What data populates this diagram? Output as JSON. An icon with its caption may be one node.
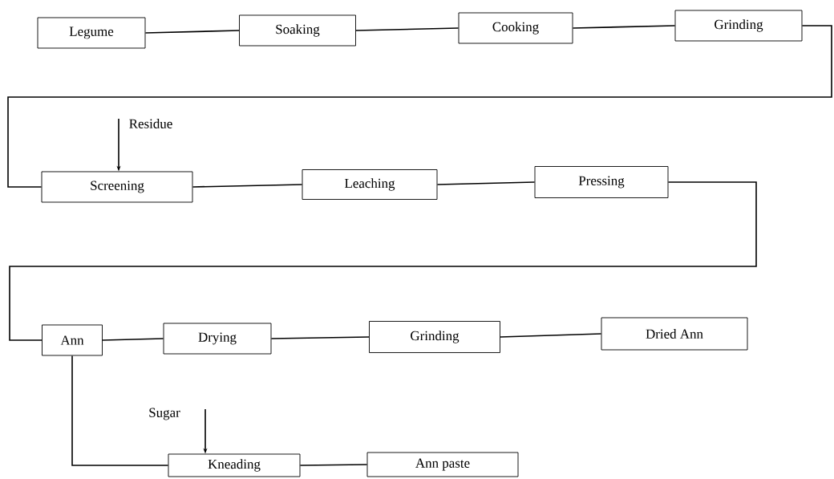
{
  "diagram": {
    "nodes": [
      {
        "text": [
          "Legume"
        ]
      },
      {
        "text": [
          "Soaking"
        ]
      },
      {
        "text": [
          "Cooking"
        ]
      },
      {
        "text": [
          "Grinding"
        ]
      },
      {
        "text": [
          "Screening"
        ]
      },
      {
        "text": [
          "Leaching"
        ]
      },
      {
        "text": [
          "Pressing"
        ]
      },
      {
        "text": [
          "Ann"
        ]
      },
      {
        "text": [
          "Drying"
        ]
      },
      {
        "text": [
          "Grinding"
        ]
      },
      {
        "text": [
          "Dried Ann"
        ]
      },
      {
        "text": [
          "Kneading"
        ]
      },
      {
        "text": [
          "Ann paste"
        ]
      },
      {
        "text": [
          "Residue"
        ]
      },
      {
        "text": [
          "Sugar"
        ]
      }
    ],
    "edges": [
      {
        "from": 0,
        "to": 1,
        "arrow": "none"
      },
      {
        "from": 1,
        "to": 2,
        "arrow": "none"
      },
      {
        "from": 2,
        "to": 3,
        "arrow": "none"
      },
      {
        "from": 3,
        "to": 4,
        "arrow": "none"
      },
      {
        "from": 4,
        "to": 5,
        "arrow": "none"
      },
      {
        "from": 5,
        "to": 6,
        "arrow": "none"
      },
      {
        "from": 6,
        "to": 7,
        "arrow": "none"
      },
      {
        "from": 7,
        "to": 8,
        "arrow": "none"
      },
      {
        "from": 8,
        "to": 9,
        "arrow": "none"
      },
      {
        "from": 9,
        "to": 10,
        "arrow": "none"
      },
      {
        "from": 7,
        "to": 11,
        "arrow": "none"
      },
      {
        "from": 11,
        "to": 12,
        "arrow": "none"
      },
      {
        "from": 13,
        "to": 4,
        "arrow": "to"
      },
      {
        "from": 14,
        "to": 11,
        "arrow": "to"
      }
    ]
  }
}
